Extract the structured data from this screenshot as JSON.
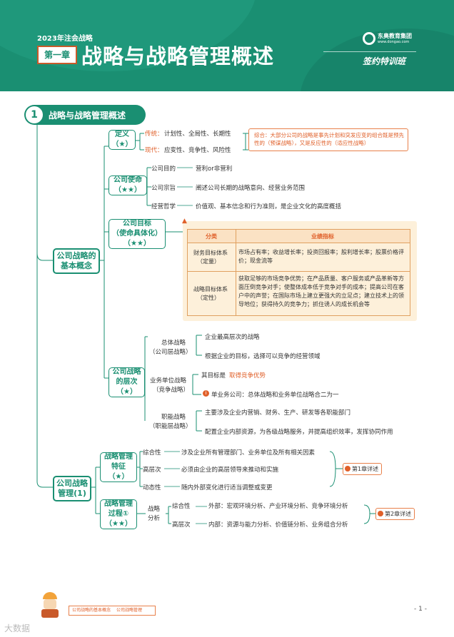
{
  "header": {
    "exam_label": "2023年注会战略",
    "chapter_label": "第一章",
    "title": "战略与战略管理概述",
    "logo_name": "东奥教育集团",
    "logo_url": "www.dongao.com",
    "camp_label": "签约特训班"
  },
  "section": {
    "number": "1",
    "title": "战略与战略管理概述"
  },
  "basic": {
    "label_line1": "公司战略的",
    "label_line2": "基本概念",
    "definition": {
      "label": "定义",
      "stars": "（★）",
      "traditional_label": "传统：",
      "traditional_text": "计划性、全局性、长期性",
      "modern_label": "现代：",
      "modern_text": "应变性、竞争性、风险性",
      "note": "综合：大部分公司的战略是事先计划和突发应变的组合既是预先性的（预谋战略），又是反应性的（适应性战略）"
    },
    "mission": {
      "label": "公司使命",
      "stars": "（★★）",
      "items": [
        {
          "key": "公司目的",
          "value": "营利or非营利"
        },
        {
          "key": "公司宗旨",
          "value": "阐述公司长期的战略意向、经营业务范围"
        },
        {
          "key": "经营哲学",
          "value": "价值观、基本信念和行为准则，是企业文化的高度概括"
        }
      ]
    },
    "goal": {
      "label_line1": "公司目标",
      "label_line2": "（使命具体化）",
      "stars": "（★★）",
      "table_headers": [
        "分类",
        "业绩指标"
      ],
      "rows": [
        {
          "cat1": "财务目标体系",
          "cat2": "（定量）",
          "text": "市场占有率；收益增长率；投资回报率；股利增长率；股票价格评价；现金流等"
        },
        {
          "cat1": "战略目标体系",
          "cat2": "（定性）",
          "text": "获取足够的市场竞争优势；在产品质量、客户服务或产品革新等方面压倒竞争对手；使整体成本低于竞争对手的成本；提高公司在客户中的声誉；在国际市场上建立更强大的立足点；建立技术上的领导地位；获得持久的竞争力；抓住诱人的成长机会等"
        }
      ]
    },
    "levels": {
      "label_line1": "公司战略",
      "label_line2": "的层次",
      "stars": "（★）",
      "overall": {
        "line1": "总体战略",
        "line2": "（公司层战略）",
        "item1": "企业最高层次的战略",
        "item2": "根据企业的目标，选择可以竞争的经营领域"
      },
      "business": {
        "line1": "业务单位战略",
        "line2": "（竞争战略）",
        "item1_prefix": "其目标是",
        "item1_emph": "取得竞争优势",
        "item2": "单业务公司：总体战略和业务单位战略合二为一"
      },
      "functional": {
        "line1": "职能战略",
        "line2": "（职能层战略）",
        "item1": "主要涉及企业内营销、财务、生产、研发等各职能部门",
        "item2": "配置企业内部资源，为各级战略服务，并提高组织效率，发挥协同作用"
      }
    }
  },
  "management": {
    "label_line1": "公司战略",
    "label_line2": "管理(1)",
    "features": {
      "label_line1": "战略管理",
      "label_line2": "特征",
      "stars": "（★）",
      "items": [
        {
          "key": "综合性",
          "value": "涉及企业所有管理部门、业务单位及所有相关因素"
        },
        {
          "key": "高层次",
          "value": "必须由企业的高层领导来推动和实施"
        },
        {
          "key": "动态性",
          "value": "随内外部变化进行适当调整或变更"
        }
      ],
      "ref": "第1章详述"
    },
    "process": {
      "label_line1": "战略管理",
      "label_line2": "过程①",
      "stars": "（★★）",
      "analysis_line1": "战略",
      "analysis_line2": "分析",
      "items": [
        {
          "key": "综合性",
          "value": "外部：宏观环境分析、产业环境分析、竞争环境分析"
        },
        {
          "key": "高层次",
          "value": "内部：资源与能力分析、价值链分析、业务组合分析"
        }
      ],
      "ref": "第2章详述"
    }
  },
  "footer": {
    "crumb1": "公司战略的基本概念",
    "crumb2": "公司战略管理",
    "page": "- 1 -",
    "watermark": "大数据"
  },
  "colors": {
    "primary": "#1a8f72",
    "accent": "#e0602a"
  }
}
